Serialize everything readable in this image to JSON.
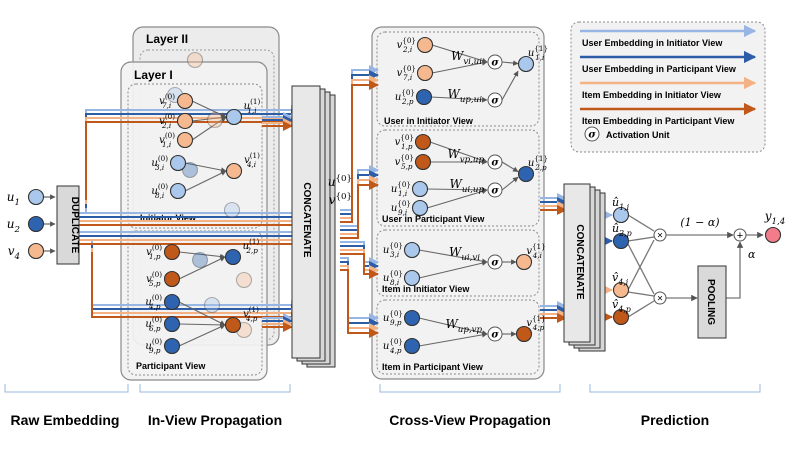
{
  "raw": {
    "nodes": [
      {
        "label": "u",
        "sub": "1",
        "fill": "#a9c8ec"
      },
      {
        "label": "u",
        "sub": "2",
        "fill": "#2e63b0"
      },
      {
        "label": "v",
        "sub": "4",
        "fill": "#f6b98f"
      }
    ],
    "duplicate": "DUPLICATE"
  },
  "layers": {
    "layer2": "Layer II",
    "layer1": "Layer I"
  },
  "initiator_view": {
    "caption": "Initiator View",
    "left": [
      {
        "label": "v",
        "sup": "(0)",
        "sub": "7,i",
        "fill": "#f6b98f"
      },
      {
        "label": "v",
        "sup": "(0)",
        "sub": "2,i",
        "fill": "#f6b98f"
      },
      {
        "label": "v",
        "sup": "(0)",
        "sub": "1,i",
        "fill": "#f6b98f"
      },
      {
        "label": "u",
        "sup": "(0)",
        "sub": "3,i",
        "fill": "#a9c8ec"
      },
      {
        "label": "u",
        "sup": "(0)",
        "sub": "8,i",
        "fill": "#a9c8ec"
      }
    ],
    "right": [
      {
        "label": "u",
        "sup": "(1)",
        "sub": "1,i",
        "fill": "#a9c8ec"
      },
      {
        "label": "v",
        "sup": "(1)",
        "sub": "4,i",
        "fill": "#f6b98f"
      }
    ]
  },
  "participant_view": {
    "caption": "Participant View",
    "left": [
      {
        "label": "v",
        "sup": "(0)",
        "sub": "1,p",
        "fill": "#c0581a"
      },
      {
        "label": "v",
        "sup": "(0)",
        "sub": "5,p",
        "fill": "#c0581a"
      },
      {
        "label": "u",
        "sup": "(0)",
        "sub": "4,p",
        "fill": "#2e63b0"
      },
      {
        "label": "u",
        "sup": "(0)",
        "sub": "6,p",
        "fill": "#2e63b0"
      },
      {
        "label": "u",
        "sup": "(0)",
        "sub": "9,p",
        "fill": "#2e63b0"
      }
    ],
    "right": [
      {
        "label": "u",
        "sup": "(1)",
        "sub": "2,p",
        "fill": "#2e63b0"
      },
      {
        "label": "v",
        "sup": "(1)",
        "sub": "4,p",
        "fill": "#c0581a"
      }
    ]
  },
  "concat_label": "CONCATENATE",
  "concat2_label": "CONCATENATE",
  "input_labels": {
    "u": "u",
    "u_sup": "{0}",
    "v": "v",
    "v_sup": "{0}"
  },
  "cross_view": {
    "panels": [
      {
        "caption": "User in Initiator View",
        "inputs": [
          {
            "label": "v",
            "sup": "{0}",
            "sub": "2,i",
            "fill": "#f6b98f"
          },
          {
            "label": "v",
            "sup": "{0}",
            "sub": "7,i",
            "fill": "#f6b98f"
          },
          {
            "label": "u",
            "sup": "{0}",
            "sub": "2,p",
            "fill": "#2e63b0"
          }
        ],
        "weights": [
          {
            "w": "W",
            "sub": "vi,ui"
          },
          {
            "w": "W",
            "sub": "up,ui"
          }
        ],
        "output": {
          "label": "u",
          "sup": "{1}",
          "sub": "1,i",
          "fill": "#a9c8ec"
        }
      },
      {
        "caption": "User in Participant View",
        "inputs": [
          {
            "label": "v",
            "sup": "{0}",
            "sub": "1,p",
            "fill": "#c0581a"
          },
          {
            "label": "v",
            "sup": "{0}",
            "sub": "5,p",
            "fill": "#c0581a"
          },
          {
            "label": "u",
            "sup": "{0}",
            "sub": "1,i",
            "fill": "#a9c8ec"
          },
          {
            "label": "u",
            "sup": "{0}",
            "sub": "9,i",
            "fill": "#a9c8ec"
          }
        ],
        "weights": [
          {
            "w": "W",
            "sub": "vp,up"
          },
          {
            "w": "W",
            "sub": "ui,up"
          }
        ],
        "output": {
          "label": "u",
          "sup": "{1}",
          "sub": "2,p",
          "fill": "#2e63b0"
        }
      },
      {
        "caption": "Item in Initiator View",
        "inputs": [
          {
            "label": "u",
            "sup": "{0}",
            "sub": "3,i",
            "fill": "#a9c8ec"
          },
          {
            "label": "u",
            "sup": "{0}",
            "sub": "8,i",
            "fill": "#a9c8ec"
          }
        ],
        "weights": [
          {
            "w": "W",
            "sub": "ui,vi"
          }
        ],
        "output": {
          "label": "v",
          "sup": "{1}",
          "sub": "4,i",
          "fill": "#f6b98f"
        }
      },
      {
        "caption": "Item in Participant View",
        "inputs": [
          {
            "label": "u",
            "sup": "{0}",
            "sub": "9,p",
            "fill": "#2e63b0"
          },
          {
            "label": "u",
            "sup": "{0}",
            "sub": "4,p",
            "fill": "#2e63b0"
          }
        ],
        "weights": [
          {
            "w": "W",
            "sub": "up,vp"
          }
        ],
        "output": {
          "label": "v",
          "sup": "{1}",
          "sub": "4,p",
          "fill": "#c0581a"
        }
      }
    ]
  },
  "sigma": "σ",
  "prediction": {
    "nodes": [
      {
        "label": "û",
        "sub": "1,i",
        "fill": "#a9c8ec"
      },
      {
        "label": "û",
        "sub": "2,p",
        "fill": "#2e63b0"
      },
      {
        "label": "v̂",
        "sub": "4,i",
        "fill": "#f6b98f"
      },
      {
        "label": "v̂",
        "sub": "4,p",
        "fill": "#c0581a"
      }
    ],
    "one_minus_alpha": "(1 − α)",
    "alpha": "α",
    "output": {
      "label": "y",
      "sub": "1,4",
      "fill": "#f27c8a"
    },
    "pooling": "POOLING"
  },
  "legend": {
    "items": [
      {
        "label": "User Embedding in Initiator View",
        "color": "#98b6e4"
      },
      {
        "label": "User Embedding in Participant View",
        "color": "#2e5da8"
      },
      {
        "label": "Item Embedding in Initiator View",
        "color": "#f4b183"
      },
      {
        "label": "Item Embedding in Participant View",
        "color": "#c0581a"
      }
    ],
    "activation": "Activation Unit"
  },
  "sections": [
    {
      "label": "Raw Embedding"
    },
    {
      "label": "In-View Propagation"
    },
    {
      "label": "Cross-View Propagation"
    },
    {
      "label": "Prediction"
    }
  ],
  "colors": {
    "user_init": "#98b6e4",
    "user_part": "#2e5da8",
    "item_init": "#f4b183",
    "item_part": "#c0581a",
    "panel_fill": "#efefef",
    "panel_stroke": "#8a8a8a",
    "gray_block": "#d9d9d9"
  }
}
